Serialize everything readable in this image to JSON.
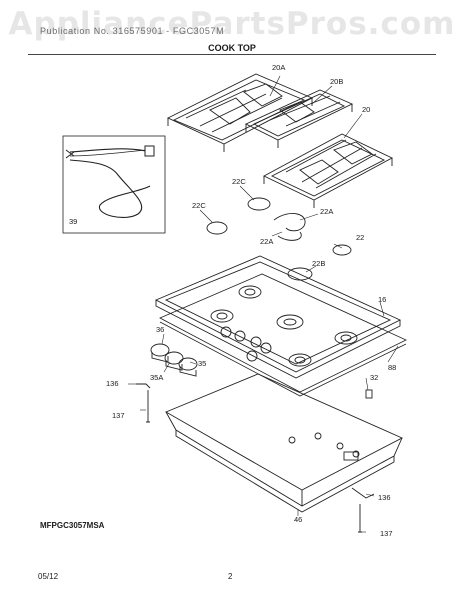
{
  "watermark": "AppliancePartsPros.com",
  "header": {
    "model": "Publication No. 316575901 - FGC3057M",
    "title": "COOK TOP"
  },
  "footer": {
    "drawing_code": "MFPGC3057MSA",
    "date": "05/12",
    "page": "2"
  },
  "callouts": {
    "c20a": "20A",
    "c20b": "20B",
    "c20": "20",
    "c39": "39",
    "c22c_upper": "22C",
    "c22c_left": "22C",
    "c22a_right": "22A",
    "c22a_left": "22A",
    "c22": "22",
    "c22b": "22B",
    "c16": "16",
    "c36": "36",
    "c35": "35",
    "c35a": "35A",
    "c88": "88",
    "c136_left": "136",
    "c32": "32",
    "c137_left": "137",
    "c136_right": "136",
    "c46": "46",
    "c137_right": "137"
  }
}
